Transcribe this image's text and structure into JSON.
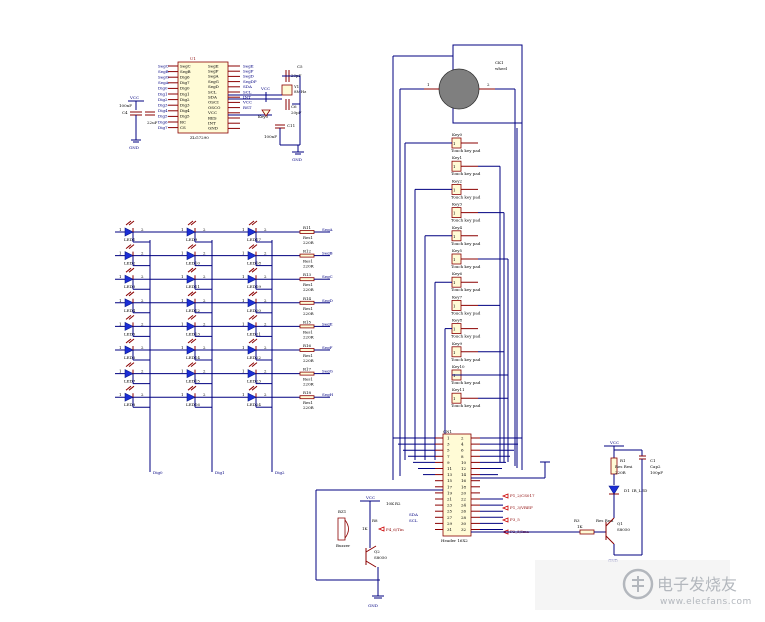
{
  "u1": {
    "ref": "U1",
    "part": "ZLG7290",
    "left_nets": [
      "SegC",
      "SegB",
      "SegG",
      "SegA",
      "Dig0",
      "Dig1",
      "Dig2",
      "Dig3",
      "Dig4",
      "Dig5",
      "Dig6",
      "Dig7"
    ],
    "left_pins": [
      "SegC",
      "SegB",
      "Dig6",
      "Dig7",
      "Dig0",
      "Dig1",
      "Dig2",
      "Dig3",
      "Dig4",
      "Dig5",
      "RC",
      "CS"
    ],
    "right_pins": [
      "SegE",
      "SegF",
      "SegA",
      "SegG",
      "SegD",
      "SCL",
      "SDA",
      "OSCI",
      "OSCO",
      "VCC",
      "RES",
      "INT",
      "GND"
    ],
    "right_nets": [
      "SegE",
      "SegF",
      "SegD",
      "SegDP",
      "SDA",
      "SCL",
      "INT",
      "VCC",
      "RST"
    ]
  },
  "power": {
    "vcc": "VCC",
    "gnd": "GND",
    "c4_val": "100nF",
    "c4_ref": "C4",
    "c3_val": "22uF"
  },
  "crystal": {
    "c5": "C5",
    "c5_val": "20pF",
    "y1": "Y1",
    "y1_val": "8MHz",
    "c6": "C6",
    "c6_val": "20pF",
    "c11": "C11",
    "c11_val": "100nF",
    "r_ref": "Key0",
    "gnd": "GND",
    "vcc": "VCC"
  },
  "led_matrix": {
    "rows": [
      {
        "leds": [
          "LED1",
          "LED9",
          "LED17"
        ],
        "res": "R11",
        "res_val": "220R",
        "seg": "SegA"
      },
      {
        "leds": [
          "LED2",
          "LED10",
          "LED18"
        ],
        "res": "R12",
        "res_val": "220R",
        "seg": "SegB"
      },
      {
        "leds": [
          "LED3",
          "LED11",
          "LED19"
        ],
        "res": "R13",
        "res_val": "220R",
        "seg": "SegC"
      },
      {
        "leds": [
          "LED4",
          "LED12",
          "LED20"
        ],
        "res": "R14",
        "res_val": "220R",
        "seg": "SegD"
      },
      {
        "leds": [
          "LED5",
          "LED13",
          "LED21"
        ],
        "res": "R15",
        "res_val": "220R",
        "seg": "SegE"
      },
      {
        "leds": [
          "LED6",
          "LED14",
          "LED22"
        ],
        "res": "R16",
        "res_val": "220R",
        "seg": "SegF"
      },
      {
        "leds": [
          "LED7",
          "LED15",
          "LED23"
        ],
        "res": "R17",
        "res_val": "220R",
        "seg": "SegG"
      },
      {
        "leds": [
          "LED8",
          "LED16",
          "LED24"
        ],
        "res": "R18",
        "res_val": "220R",
        "seg": "SegH"
      }
    ],
    "res_sub": "Res1",
    "digits": [
      "Dig0",
      "Dig1",
      "Dig2"
    ]
  },
  "wheel": {
    "ref": "CK1",
    "name": "wheel"
  },
  "keys": [
    {
      "ref": "Key0",
      "label": "Touch key pad"
    },
    {
      "ref": "Key1",
      "label": "Touch key pad"
    },
    {
      "ref": "Key2",
      "label": "Touch key pad"
    },
    {
      "ref": "Key3",
      "label": "Touch key pad"
    },
    {
      "ref": "Key4",
      "label": "Touch key pad"
    },
    {
      "ref": "Key5",
      "label": "Touch key pad"
    },
    {
      "ref": "Key6",
      "label": "Touch key pad"
    },
    {
      "ref": "Key7",
      "label": "Touch key pad"
    },
    {
      "ref": "Key8",
      "label": "Touch key pad"
    },
    {
      "ref": "Key9",
      "label": "Touch key pad"
    },
    {
      "ref": "Key10",
      "label": "Touch key pad"
    },
    {
      "ref": "Key11",
      "label": "Touch key pad"
    }
  ],
  "header": {
    "ref": "CN1",
    "name": "Header 16X2",
    "pins_left": [
      "1",
      "3",
      "5",
      "7",
      "9",
      "11",
      "13",
      "15",
      "17",
      "19",
      "21",
      "23",
      "25",
      "27",
      "29",
      "31"
    ],
    "pins_right": [
      "2",
      "4",
      "6",
      "8",
      "10",
      "12",
      "14",
      "16",
      "18",
      "20",
      "22",
      "24",
      "26",
      "28",
      "30",
      "32"
    ],
    "nets": [
      "P1_2/CS017",
      "P1_3/VREF",
      "P3_5",
      "P2_5/Ima"
    ],
    "left_nets": [
      "SDA",
      "SCL",
      "P4_6/Tin"
    ]
  },
  "buzzer": {
    "ref": "BZ1",
    "name": "Buzzer",
    "q": "Q2",
    "q_part": "S8050",
    "r": "R8",
    "r_val": "1K",
    "r2": "R2",
    "r2_val": "10K",
    "vcc": "VCC",
    "gnd": "GND",
    "net": "P4_6/Tin"
  },
  "led_driver": {
    "vcc": "VCC",
    "r": "R1",
    "r_sub": "Res Resi",
    "r_val": "220R",
    "d": "D1",
    "d_part": "IR_LED",
    "c": "C1",
    "c_sub": "Cap2",
    "c_val": "100pF",
    "q": "Q1",
    "q_part": "S8050",
    "rb": "R3",
    "rb_sub": "Res Resi",
    "rb_val": "1K",
    "gnd": "GND"
  },
  "watermark": {
    "cn": "电子发烧友",
    "url": "www.elecfans.com"
  }
}
